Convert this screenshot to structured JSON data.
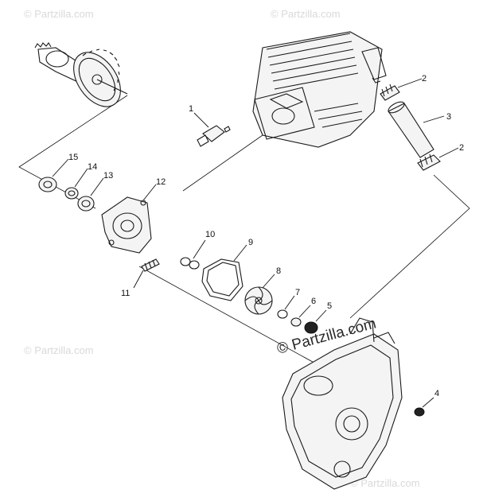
{
  "watermarks": {
    "corner": "© Partzilla.com",
    "center": "© Partzilla.com"
  },
  "callouts": [
    "1",
    "2",
    "3",
    "2",
    "4",
    "5",
    "6",
    "7",
    "8",
    "9",
    "10",
    "11",
    "12",
    "13",
    "14",
    "15"
  ],
  "colors": {
    "ink": "#1a1a1a",
    "watermark": "#d9d9d9",
    "background": "#ffffff"
  }
}
